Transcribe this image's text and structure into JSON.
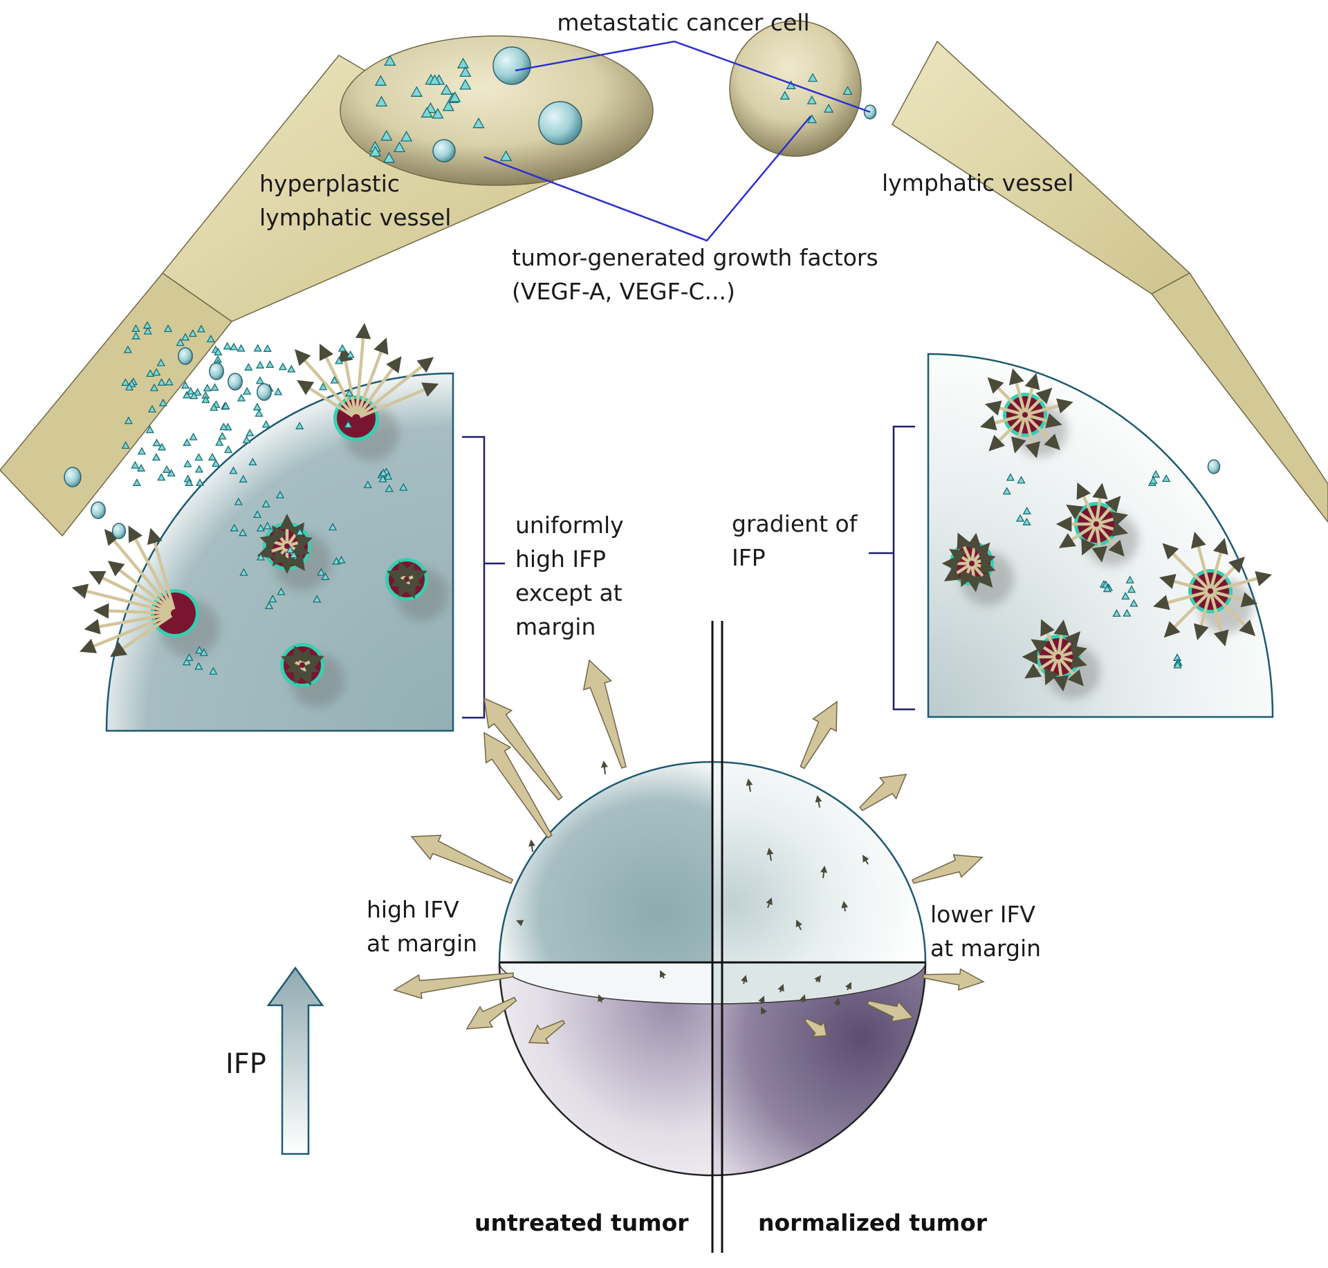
{
  "labels": {
    "metastatic_cancer_cell": "metastatic cancer cell",
    "hyperplastic_line1": "hyperplastic",
    "hyperplastic_line2": "lymphatic vessel",
    "lymphatic_vessel": "lymphatic vessel",
    "growth_factors_line1": "tumor-generated growth factors",
    "growth_factors_line2": "(VEGF-A, VEGF-C...)",
    "uniform_line1": "uniformly",
    "uniform_line2": "high IFP",
    "uniform_line3": "except at",
    "uniform_line4": "margin",
    "gradient_line1": "gradient of",
    "gradient_line2": "IFP",
    "high_ifv_line1": "high IFV",
    "high_ifv_line2": "at margin",
    "lower_ifv_line1": "lower IFV",
    "lower_ifv_line2": "at margin",
    "ifp": "IFP",
    "untreated": "untreated tumor",
    "normalized": "normalized tumor"
  },
  "colors": {
    "vessel": "#d9d0a0",
    "vessel_dark": "#a59a64",
    "tumor_dark": "#98b2b6",
    "tumor_edge": "#1f5873",
    "vessel_core": "#7a1530",
    "vessel_ring": "#35d0b0",
    "arrow": "#d2c59a",
    "leader": "#2a2fcf",
    "cell": "#9fd6dc",
    "sphere_bottom": "#6e5f82"
  }
}
